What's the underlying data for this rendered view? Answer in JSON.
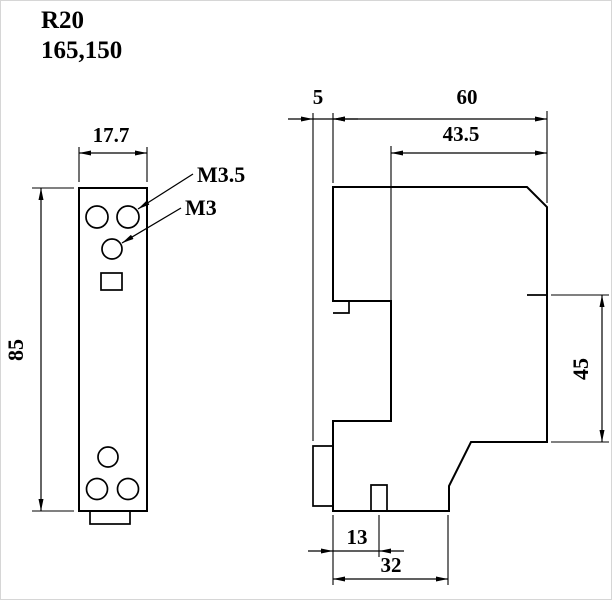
{
  "title": {
    "model": "R20",
    "code": "165,150"
  },
  "front_view": {
    "width_label": "17.7",
    "height_label": "85",
    "screw_top_label": "M3.5",
    "screw_mid_label": "M3"
  },
  "side_view": {
    "clip_offset_label": "5",
    "total_depth_label": "60",
    "front_depth_label": "43.5",
    "face_height_label": "45",
    "bottom_dim_small_label": "13",
    "bottom_dim_large_label": "32"
  }
}
